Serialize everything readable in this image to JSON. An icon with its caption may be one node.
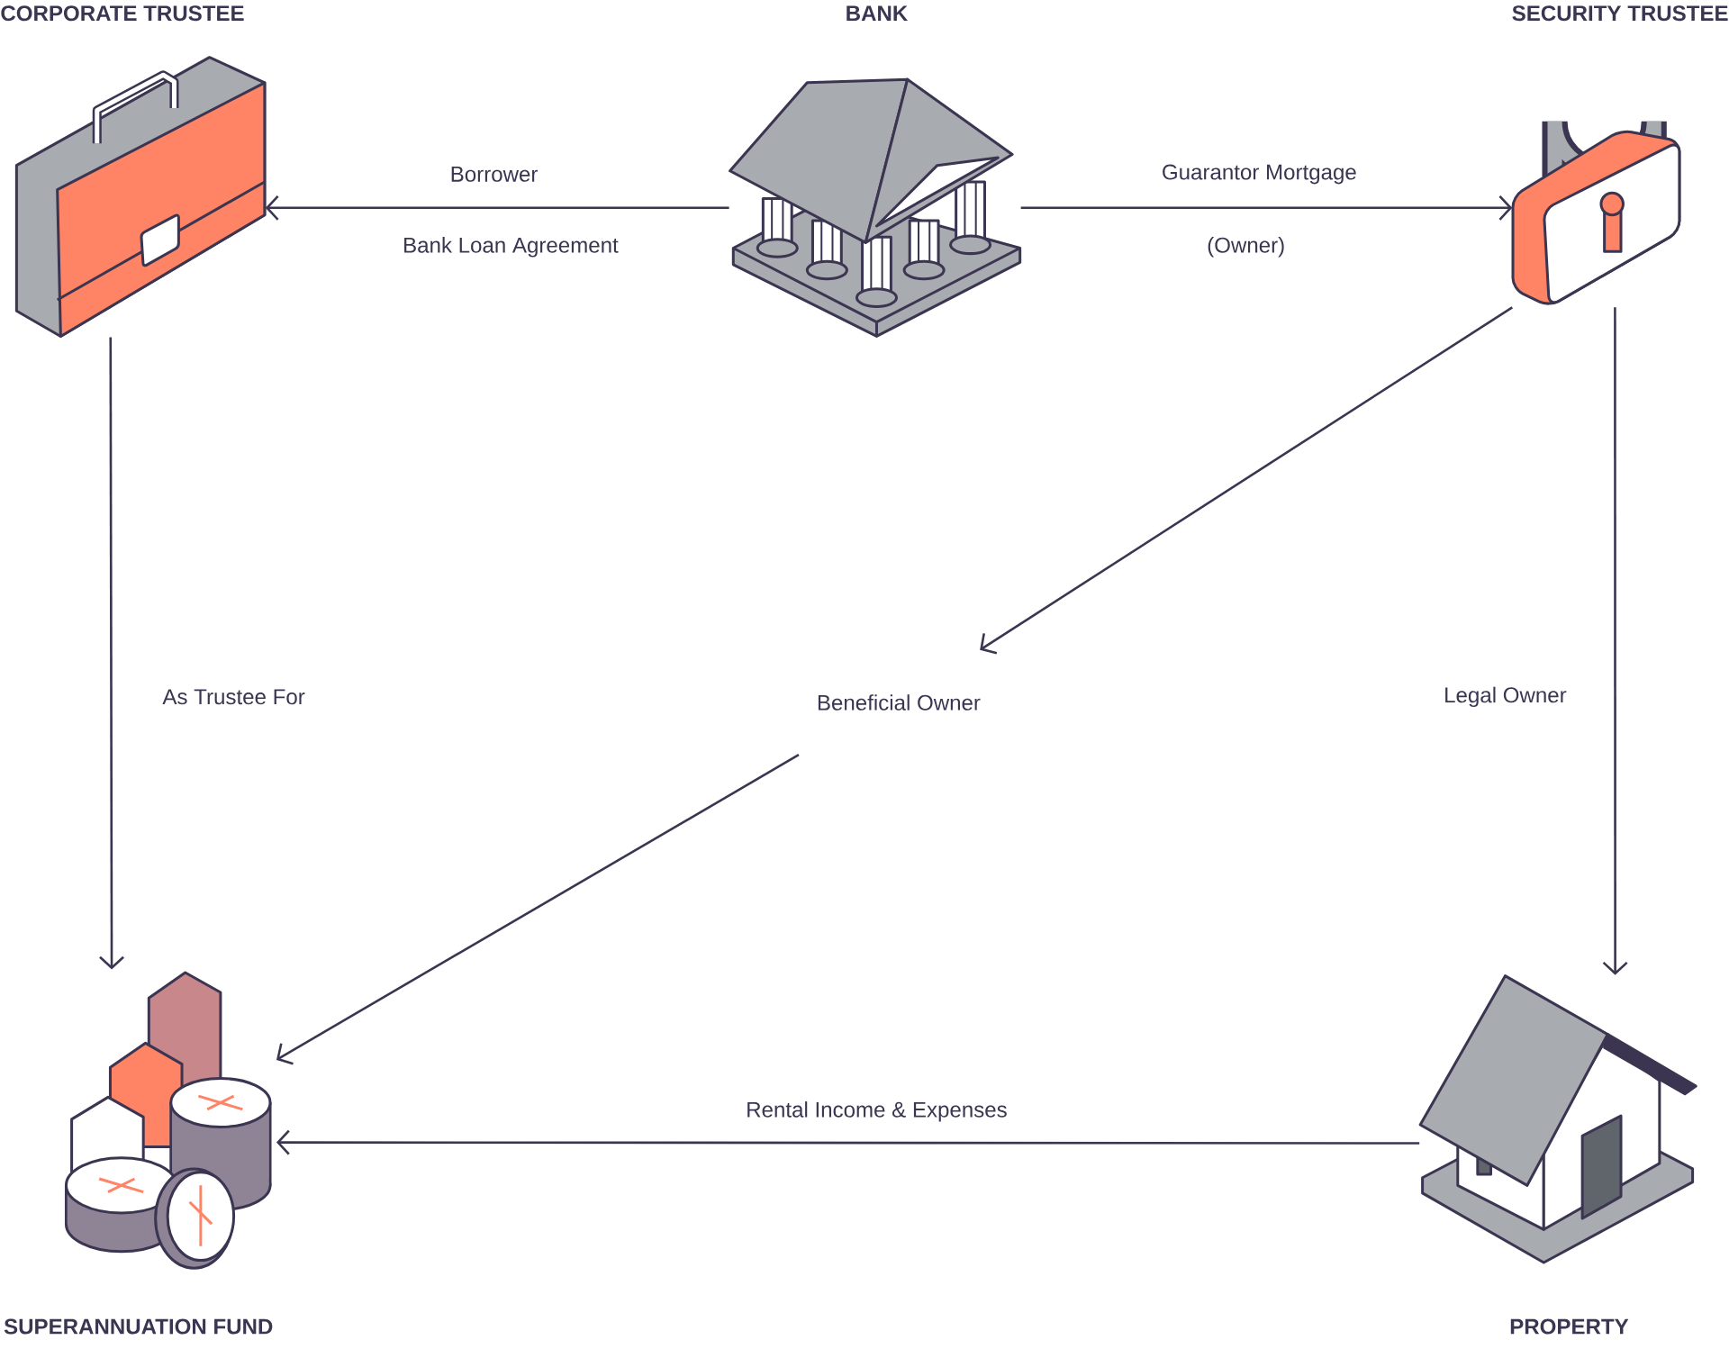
{
  "diagram": {
    "nodes": [
      {
        "text": [
          "CORPORATE TRUSTEE"
        ]
      },
      {
        "text": [
          "BANK"
        ]
      },
      {
        "text": [
          "SECURITY TRUSTEE"
        ]
      },
      {
        "text": [
          "Beneficial Owner"
        ]
      },
      {
        "text": [
          "SUPERANNUATION FUND"
        ]
      },
      {
        "text": [
          "PROPERTY"
        ]
      }
    ],
    "edges": [
      {
        "from": 1,
        "to": 0,
        "arrow": "to",
        "label": "Borrower"
      },
      {
        "from": 1,
        "to": 2,
        "arrow": "to",
        "label": "Guarantor Mortgage"
      },
      {
        "from": 0,
        "to": 4,
        "arrow": "to",
        "label": "As Trustee For"
      },
      {
        "from": 2,
        "to": 3,
        "arrow": "to"
      },
      {
        "from": 3,
        "to": 4,
        "arrow": "to"
      },
      {
        "from": 2,
        "to": 5,
        "arrow": "to",
        "label": "Legal Owner"
      },
      {
        "from": 5,
        "to": 4,
        "arrow": "to",
        "label": "Rental Income & Expenses"
      }
    ],
    "labels": [
      "Bank Loan Agreement",
      "(Owner)"
    ]
  }
}
